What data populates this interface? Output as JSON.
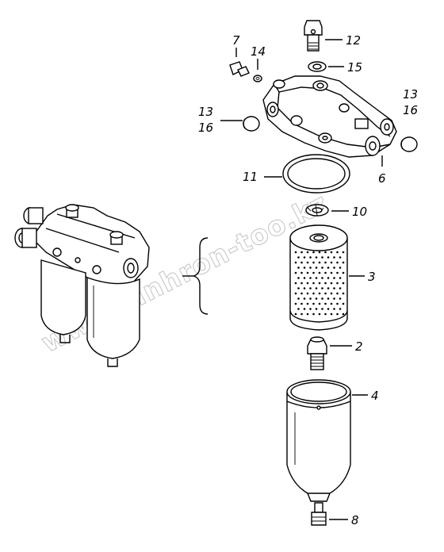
{
  "diagram": {
    "callouts": [
      {
        "id": "c7",
        "text": "7"
      },
      {
        "id": "c14",
        "text": "14"
      },
      {
        "id": "c12",
        "text": "12"
      },
      {
        "id": "c15",
        "text": "15"
      },
      {
        "id": "c13a",
        "text": "13"
      },
      {
        "id": "c16a",
        "text": "16"
      },
      {
        "id": "c13b",
        "text": "13"
      },
      {
        "id": "c16b",
        "text": "16"
      },
      {
        "id": "c11",
        "text": "11"
      },
      {
        "id": "c6",
        "text": "6"
      },
      {
        "id": "c10",
        "text": "10"
      },
      {
        "id": "c3",
        "text": "3"
      },
      {
        "id": "c2",
        "text": "2"
      },
      {
        "id": "c4",
        "text": "4"
      },
      {
        "id": "c8",
        "text": "8"
      }
    ],
    "watermark": "www.sinhron-too.kz"
  }
}
